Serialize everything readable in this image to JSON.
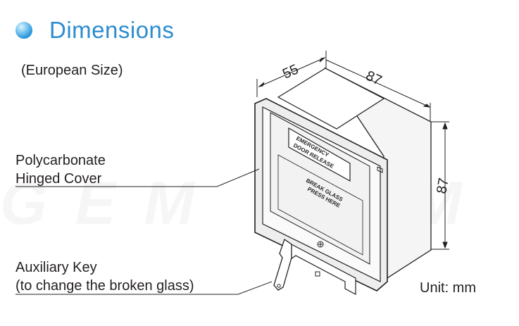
{
  "header": {
    "title": "Dimensions",
    "subtitle": "(European Size)"
  },
  "labels": {
    "cover_line1": "Polycarbonate",
    "cover_line2": "Hinged Cover",
    "key_line1": "Auxiliary Key",
    "key_line2": "(to change the broken glass)"
  },
  "dimensions": {
    "depth": "55",
    "width": "87",
    "height": "87"
  },
  "device": {
    "label_line1": "EMERGENCY",
    "label_line2": "DOOR RELEASE",
    "glass_line1": "BREAK GLASS",
    "glass_line2": "PRESS HERE"
  },
  "unit": "Unit: mm",
  "watermark": "GEM GEM GEM",
  "colors": {
    "title": "#2b8cd0",
    "text": "#231f20"
  },
  "icons": {
    "bullet": "blue-sphere-bullet-icon"
  }
}
